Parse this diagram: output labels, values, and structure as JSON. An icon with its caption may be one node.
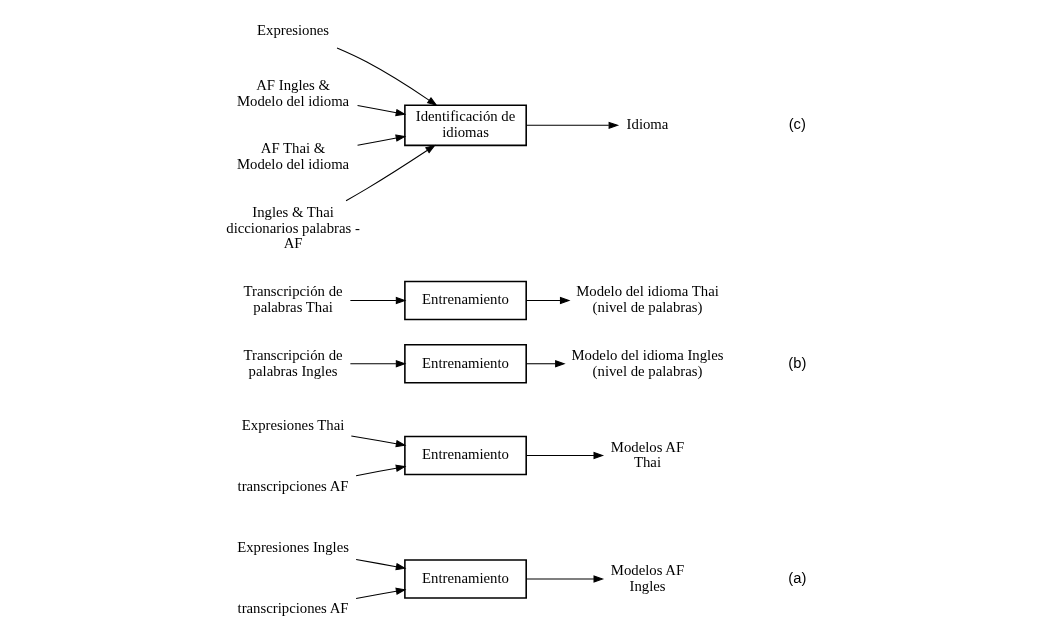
{
  "diagram": {
    "nodes": [
      {
        "text": [
          "Expresiones Ingles"
        ]
      },
      {
        "text": [
          "Entrenamiento"
        ]
      },
      {
        "text": [
          "Modelos AF Ingles"
        ]
      },
      {
        "text": [
          "transcripciones AF"
        ]
      },
      {
        "text": [
          "Expresiones Thai"
        ]
      },
      {
        "text": [
          "Entrenamiento"
        ]
      },
      {
        "text": [
          "Modelos AF Thai"
        ]
      },
      {
        "text": [
          "transcripciones AF"
        ]
      },
      {
        "text": [
          "Transcripción de palabras Ingles"
        ]
      },
      {
        "text": [
          "Entrenamiento"
        ]
      },
      {
        "text": [
          "Modelo del idioma Ingles (nivel de palabras)"
        ]
      },
      {
        "text": [
          "Transcripción de palabras Thai"
        ]
      },
      {
        "text": [
          "Entrenamiento"
        ]
      },
      {
        "text": [
          "Modelo del idioma Thai (nivel de palabras)"
        ]
      },
      {
        "text": [
          "Expresiones"
        ]
      },
      {
        "text": [
          "Identificación de idiomas"
        ]
      },
      {
        "text": [
          "Idioma"
        ]
      },
      {
        "text": [
          "AF Ingles & Modelo del idioma"
        ]
      },
      {
        "text": [
          "AF Thai & Modelo del idioma"
        ]
      },
      {
        "text": [
          "Ingles & Thai diccionarios palabras - AF"
        ]
      }
    ],
    "edges": [
      {
        "from": 0,
        "to": 1,
        "arrow": "to"
      },
      {
        "from": 1,
        "to": 2,
        "arrow": "to"
      },
      {
        "from": 3,
        "to": 1,
        "arrow": "to"
      },
      {
        "from": 4,
        "to": 5,
        "arrow": "to"
      },
      {
        "from": 5,
        "to": 6,
        "arrow": "to"
      },
      {
        "from": 7,
        "to": 5,
        "arrow": "to"
      },
      {
        "from": 8,
        "to": 9,
        "arrow": "to"
      },
      {
        "from": 9,
        "to": 10,
        "arrow": "to"
      },
      {
        "from": 11,
        "to": 12,
        "arrow": "to"
      },
      {
        "from": 12,
        "to": 13,
        "arrow": "to"
      },
      {
        "from": 14,
        "to": 15,
        "arrow": "to"
      },
      {
        "from": 15,
        "to": 16,
        "arrow": "to"
      },
      {
        "from": 17,
        "to": 15,
        "arrow": "to"
      },
      {
        "from": 18,
        "to": 15,
        "arrow": "to"
      },
      {
        "from": 19,
        "to": 15,
        "arrow": "to"
      }
    ],
    "labels": [
      "(a)",
      "(b)",
      "(c)"
    ]
  }
}
